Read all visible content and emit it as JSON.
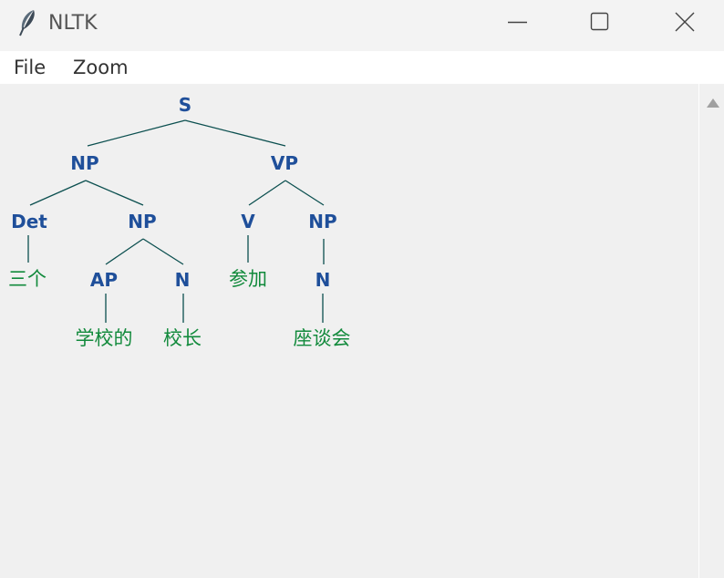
{
  "window": {
    "title": "NLTK",
    "icon": "feather-icon",
    "controls": [
      "minimize-icon",
      "maximize-icon",
      "close-icon"
    ]
  },
  "menu": {
    "file": "File",
    "zoom": "Zoom"
  },
  "tree": {
    "S": "S",
    "np1": "NP",
    "vp": "VP",
    "det": "Det",
    "np2": "NP",
    "v": "V",
    "np3": "NP",
    "ap": "AP",
    "n1": "N",
    "n2": "N",
    "leaf_sange": "三个",
    "leaf_canjia": "参加",
    "leaf_xuexiaode": "学校的",
    "leaf_xiaozhang": "校长",
    "leaf_zuotanhui": "座谈会"
  },
  "colors": {
    "label": "#1f4f9a",
    "leaf": "#128a3c",
    "edge": "#0b4f4f"
  }
}
